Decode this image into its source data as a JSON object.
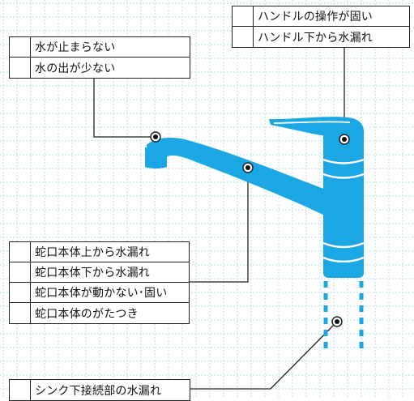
{
  "colors": {
    "faucet": "#1aa7e3",
    "grid": "#b9e2ea",
    "line": "#222222"
  },
  "groups": {
    "handle": {
      "items": [
        "ハンドルの操作が固い",
        "ハンドル下から水漏れ"
      ]
    },
    "spout": {
      "items": [
        "水が止まらない",
        "水の出が少ない"
      ]
    },
    "body": {
      "items": [
        "蛇口本体上から水漏れ",
        "蛇口本体下から水漏れ",
        "蛇口本体が動かない･固い",
        "蛇口本体のがたつき"
      ]
    },
    "sink": {
      "items": [
        "シンク下接続部の水漏れ"
      ]
    }
  }
}
